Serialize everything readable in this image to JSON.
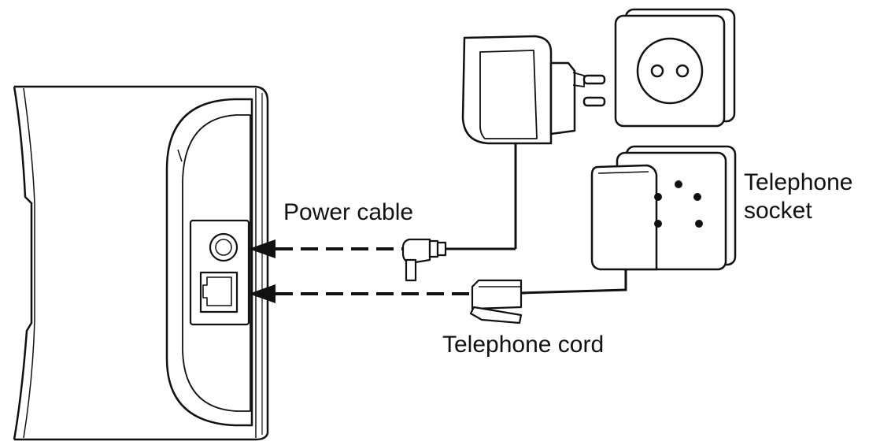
{
  "labels": {
    "power_cable": "Power cable",
    "telephone_cord": "Telephone cord",
    "telephone_socket_line1": "Telephone",
    "telephone_socket_line2": "socket"
  },
  "icons": [
    "base-unit-icon",
    "power-adapter-icon",
    "wall-outlet-icon",
    "telephone-socket-icon",
    "dc-plug-icon",
    "rj11-plug-icon",
    "arrow-icon"
  ],
  "colors": {
    "line": "#111111",
    "fill": "#ffffff",
    "shade": "#e9e9e9"
  }
}
